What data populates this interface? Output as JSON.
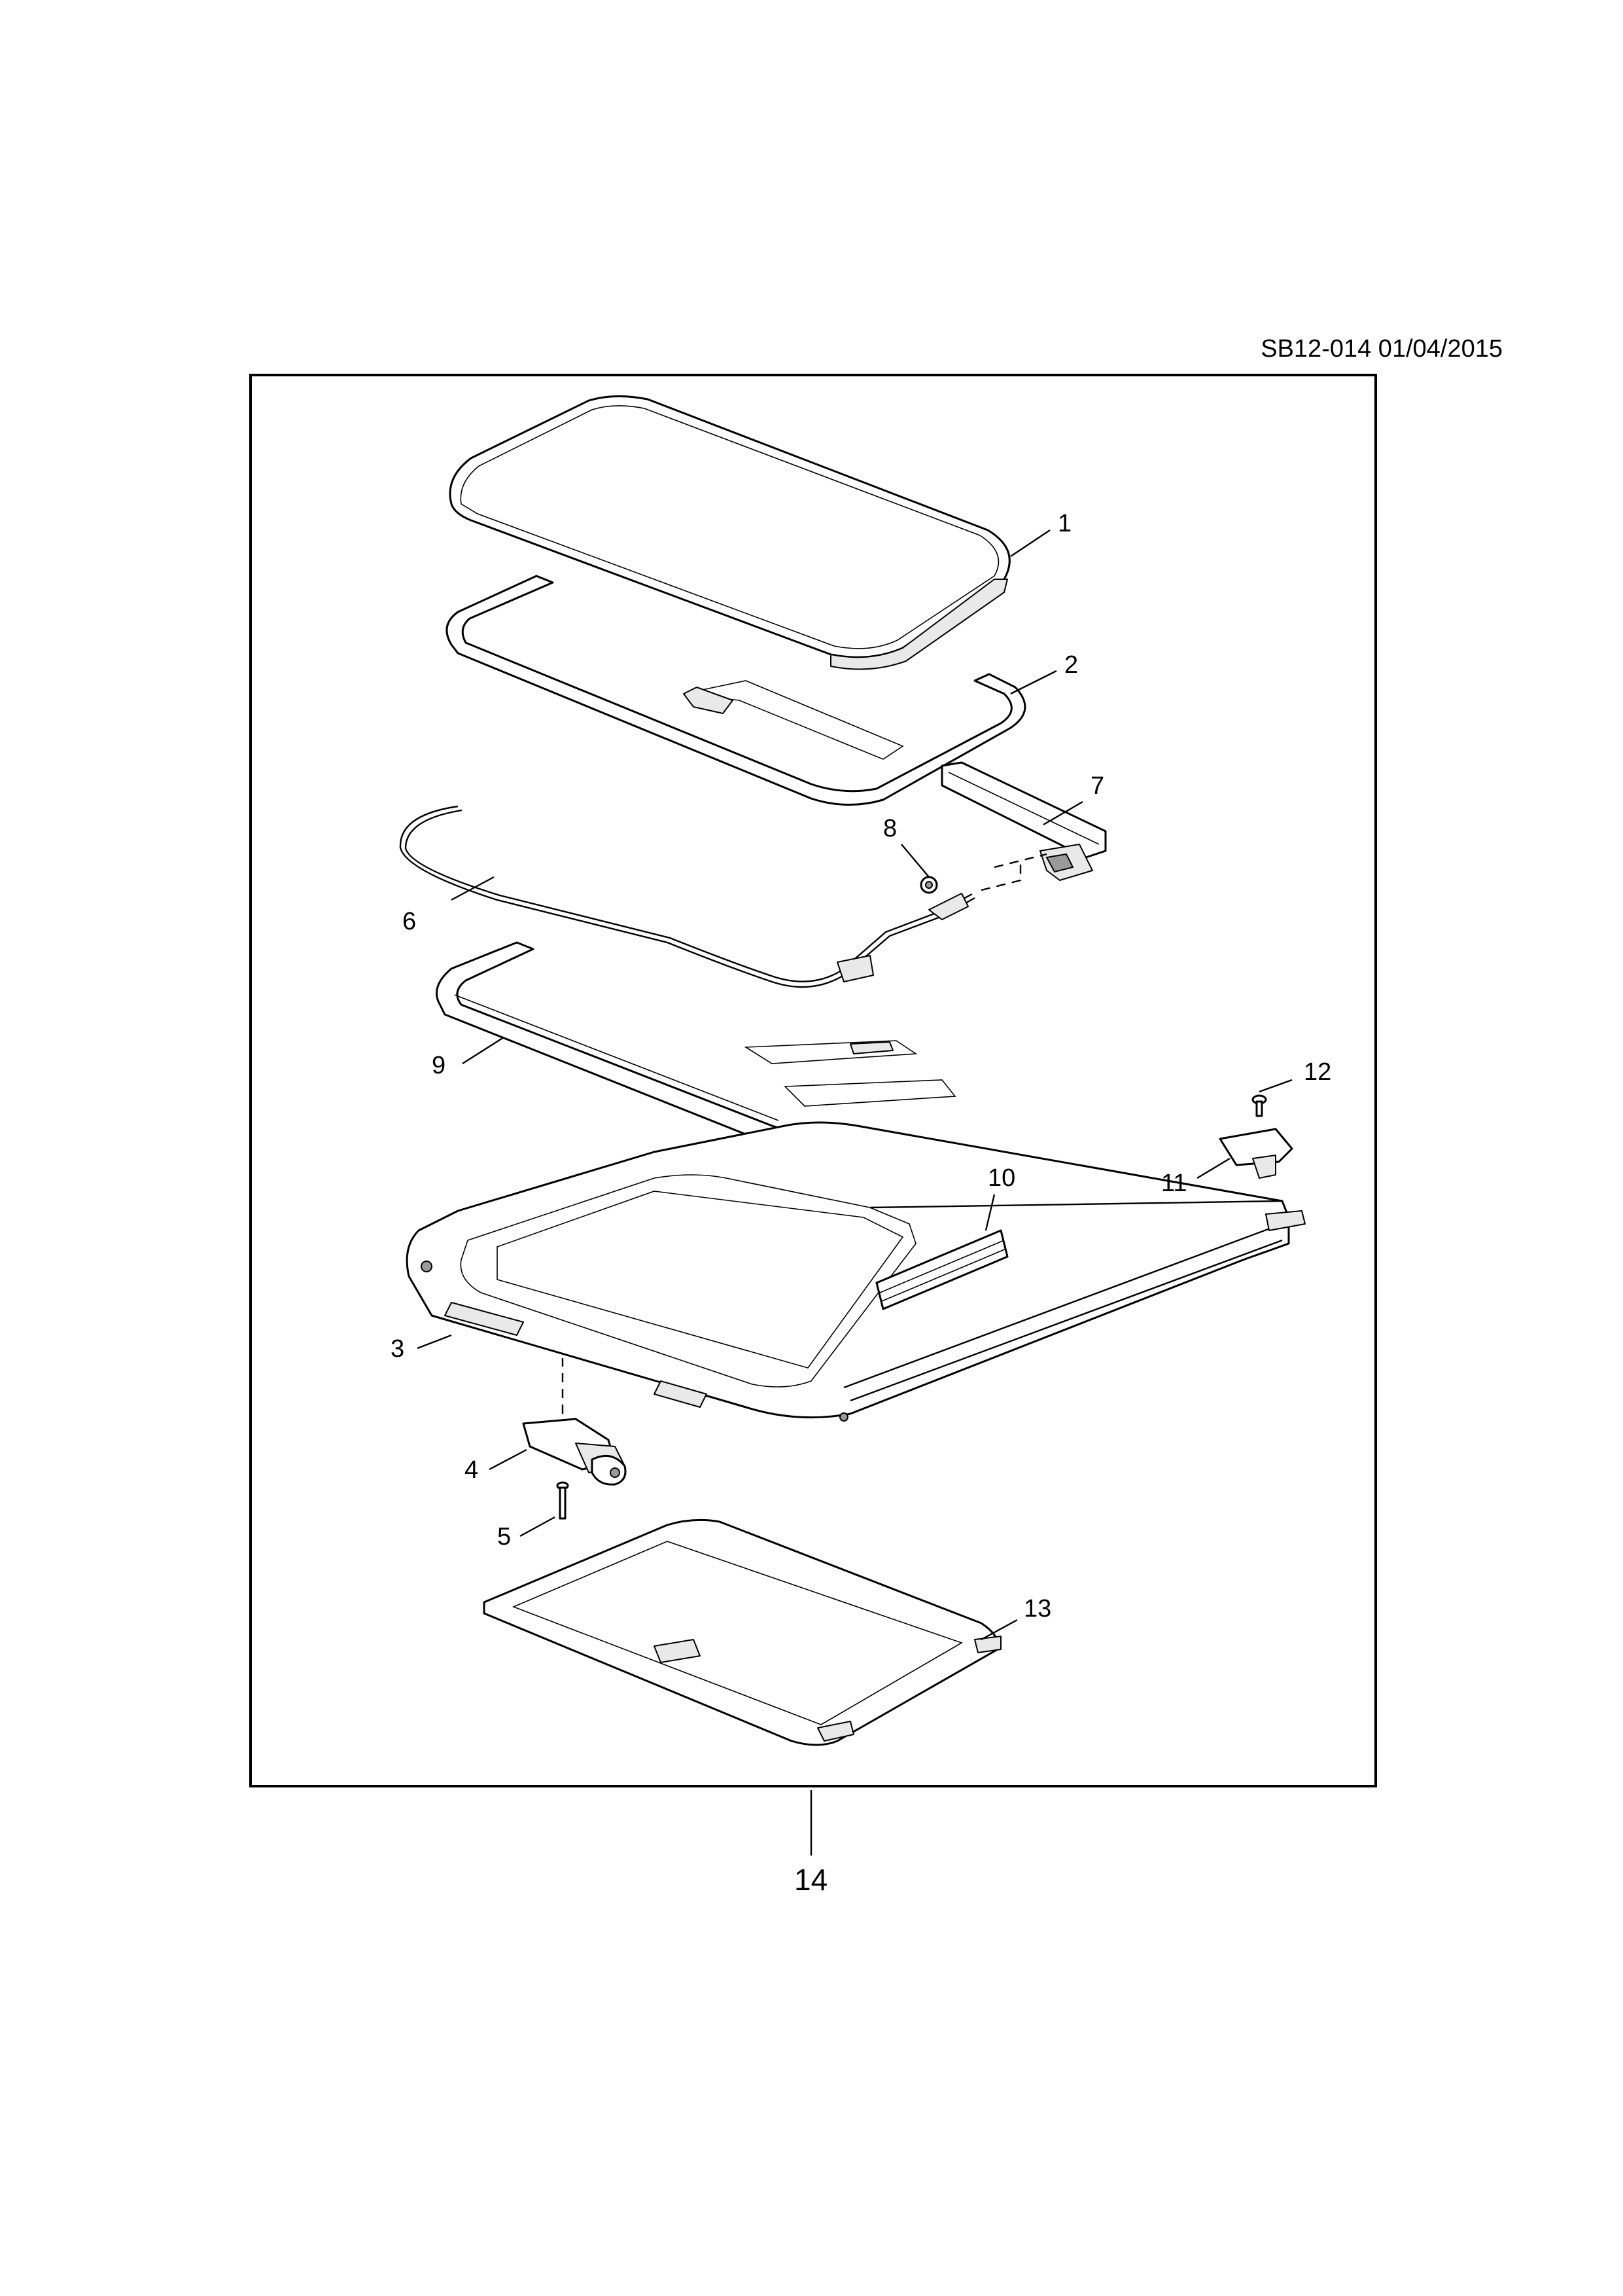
{
  "drawing": {
    "code": "SB12-014 01/04/2015",
    "assembly_callout": "14"
  },
  "callouts": [
    {
      "id": "callout-1",
      "text": "1",
      "part": "glass-panel"
    },
    {
      "id": "callout-2",
      "text": "2",
      "part": "glass-seal"
    },
    {
      "id": "callout-3",
      "text": "3",
      "part": "sunroof-frame"
    },
    {
      "id": "callout-4",
      "text": "4",
      "part": "motor"
    },
    {
      "id": "callout-5",
      "text": "5",
      "part": "screw"
    },
    {
      "id": "callout-6",
      "text": "6",
      "part": "drain-hose"
    },
    {
      "id": "callout-7",
      "text": "7",
      "part": "guide-rail"
    },
    {
      "id": "callout-8",
      "text": "8",
      "part": "clip"
    },
    {
      "id": "callout-9",
      "text": "9",
      "part": "wind-deflector"
    },
    {
      "id": "callout-10",
      "text": "10",
      "part": "seal-strip"
    },
    {
      "id": "callout-11",
      "text": "11",
      "part": "bracket"
    },
    {
      "id": "callout-12",
      "text": "12",
      "part": "bolt"
    },
    {
      "id": "callout-13",
      "text": "13",
      "part": "sunshade"
    }
  ]
}
